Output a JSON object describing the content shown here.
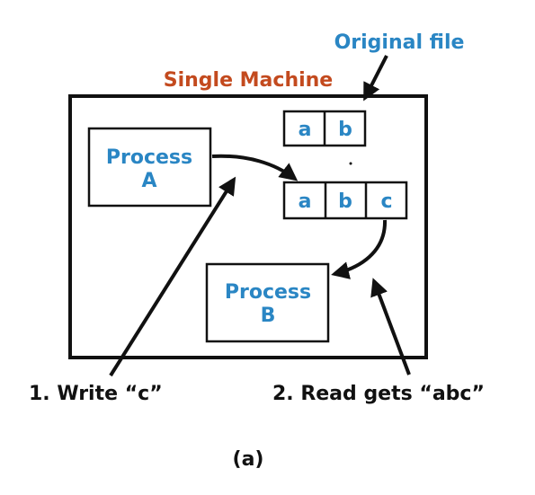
{
  "diagram": {
    "original_file_label": "Original file",
    "machine_label": "Single Machine",
    "process_a": {
      "line1": "Process",
      "line2": "A"
    },
    "process_b": {
      "line1": "Process",
      "line2": "B"
    },
    "original_cells": [
      "a",
      "b"
    ],
    "updated_cells": [
      "a",
      "b",
      "c"
    ],
    "step1_label": "1. Write “c”",
    "step2_label": "2. Read gets “abc”",
    "caption": "(a)"
  },
  "colors": {
    "blue": "#2a86c4",
    "red": "#c34a1e",
    "black": "#111111"
  }
}
